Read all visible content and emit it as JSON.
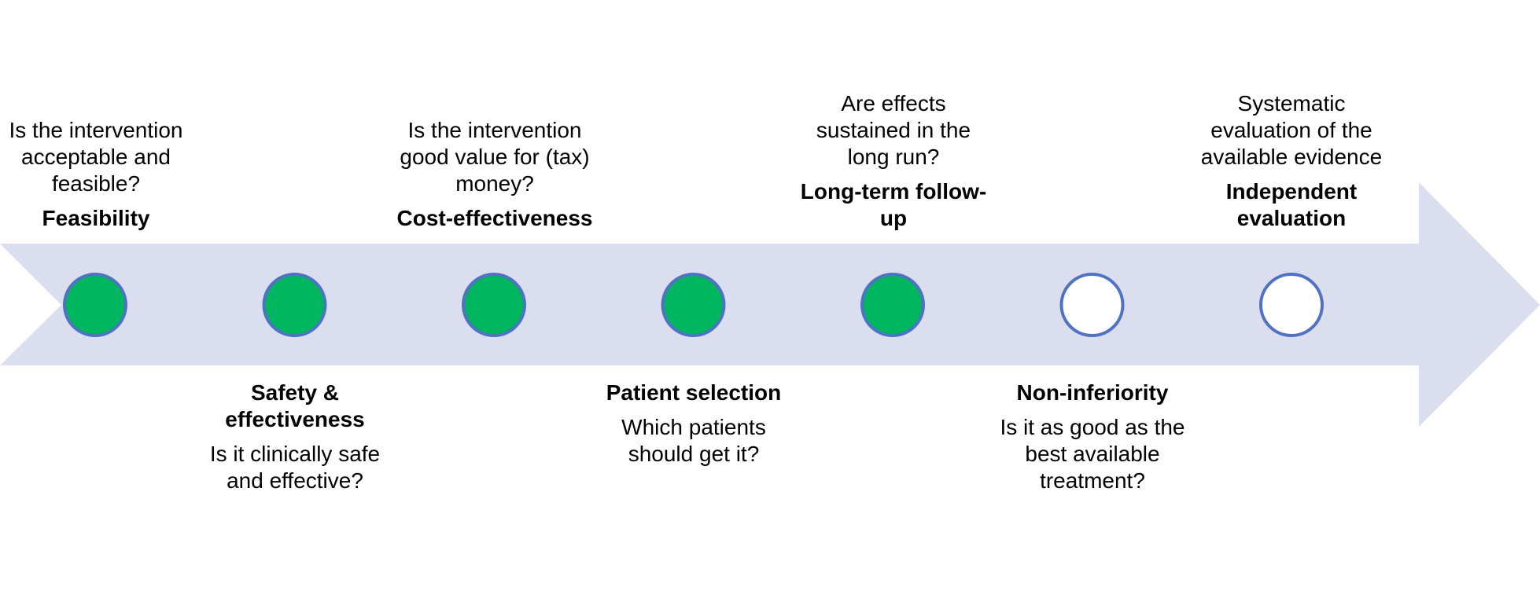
{
  "colors": {
    "arrow": "#dadeee",
    "completed_fill": "#00b65e",
    "pending_fill": "#ffffff",
    "circle_stroke": "#4f72c4"
  },
  "stages": [
    {
      "title": "Feasibility",
      "question": "Is the intervention acceptable and feasible?",
      "completed": true
    },
    {
      "title": "Safety & effectiveness",
      "question": "Is it clinically safe and effective?",
      "completed": true
    },
    {
      "title": "Cost-effectiveness",
      "question": "Is the intervention good value for (tax) money?",
      "completed": true
    },
    {
      "title": "Patient selection",
      "question": "Which patients should get it?",
      "completed": true
    },
    {
      "title": "Long-term follow-up",
      "question": "Are effects sustained in the long run?",
      "completed": true
    },
    {
      "title": "Non-inferiority",
      "question": "Is it as good as the best available treatment?",
      "completed": false
    },
    {
      "title": "Independent evaluation",
      "question": "Systematic evaluation of the available evidence",
      "completed": false
    }
  ]
}
